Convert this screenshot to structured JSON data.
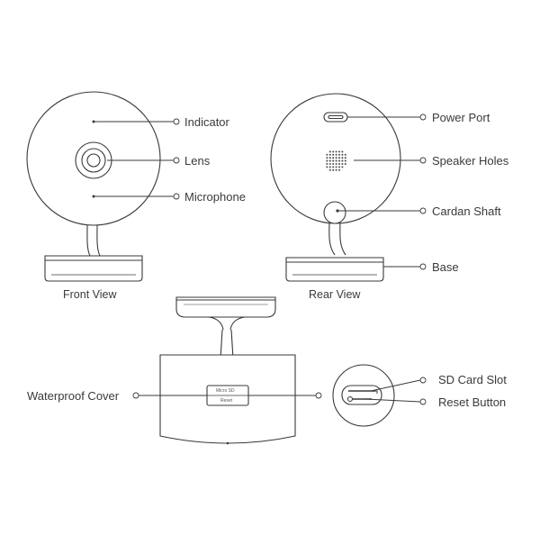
{
  "front_view": {
    "caption": "Front View",
    "callouts": {
      "indicator": "Indicator",
      "lens": "Lens",
      "microphone": "Microphone"
    }
  },
  "rear_view": {
    "caption": "Rear View",
    "callouts": {
      "power_port": "Power Port",
      "speaker_holes": "Speaker Holes",
      "cardan_shaft": "Cardan Shaft",
      "base": "Base"
    }
  },
  "bottom_view": {
    "callouts": {
      "waterproof_cover": "Waterproof Cover",
      "sd_card_slot": "SD Card Slot",
      "reset_button": "Reset Button"
    },
    "cover_text": {
      "micro_sd": "Micro SD",
      "reset": "Reset"
    }
  },
  "colors": {
    "line": "#3a3a3a",
    "text": "#3a3a3a",
    "fill": "#ffffff"
  }
}
